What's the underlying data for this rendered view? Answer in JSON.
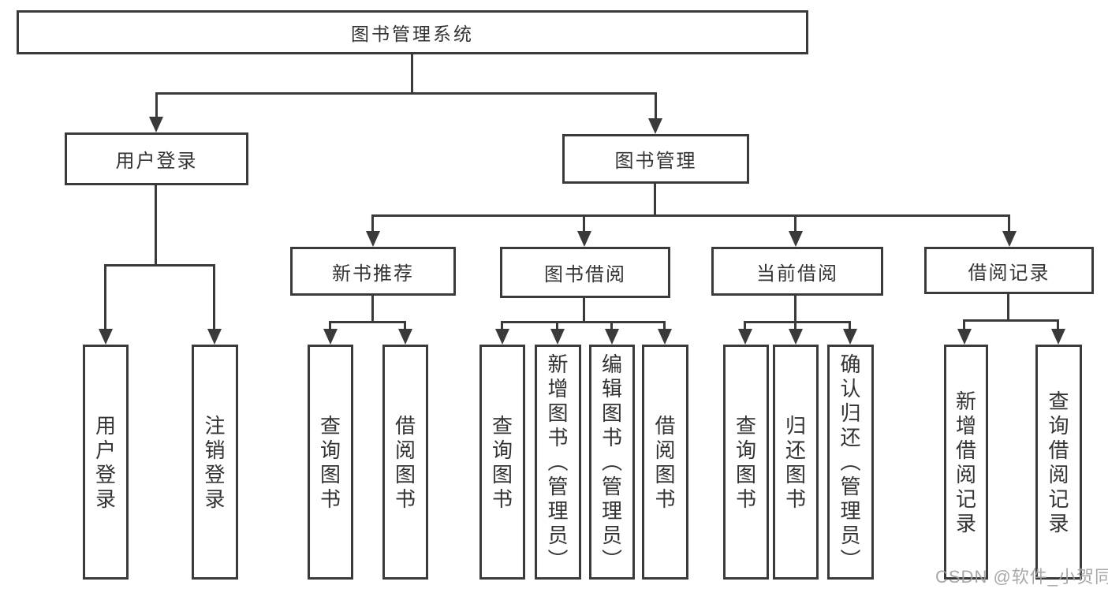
{
  "diagram": {
    "root": {
      "label": "图书管理系统"
    },
    "branches": [
      {
        "label": "用户登录",
        "children": [
          {
            "label": "用户登录"
          },
          {
            "label": "注销登录"
          }
        ]
      },
      {
        "label": "图书管理",
        "children": [
          {
            "label": "新书推荐",
            "children": [
              {
                "label": "查询图书"
              },
              {
                "label": "借阅图书"
              }
            ]
          },
          {
            "label": "图书借阅",
            "children": [
              {
                "label": "查询图书"
              },
              {
                "label": "新增图书（管理员）"
              },
              {
                "label": "编辑图书（管理员）"
              },
              {
                "label": "借阅图书"
              }
            ]
          },
          {
            "label": "当前借阅",
            "children": [
              {
                "label": "查询图书"
              },
              {
                "label": "归还图书"
              },
              {
                "label": "确认归还（管理员）"
              }
            ]
          },
          {
            "label": "借阅记录",
            "children": [
              {
                "label": "新增借阅记录"
              },
              {
                "label": "查询借阅记录"
              }
            ]
          }
        ]
      }
    ]
  },
  "watermark": {
    "text": "CSDN @软件_小贺同学"
  },
  "colors": {
    "background": "#ffffff",
    "line": "#3a3a3a",
    "box_border": "#3a3a3a",
    "text": "#333333",
    "watermark": "#9e9e9e"
  }
}
